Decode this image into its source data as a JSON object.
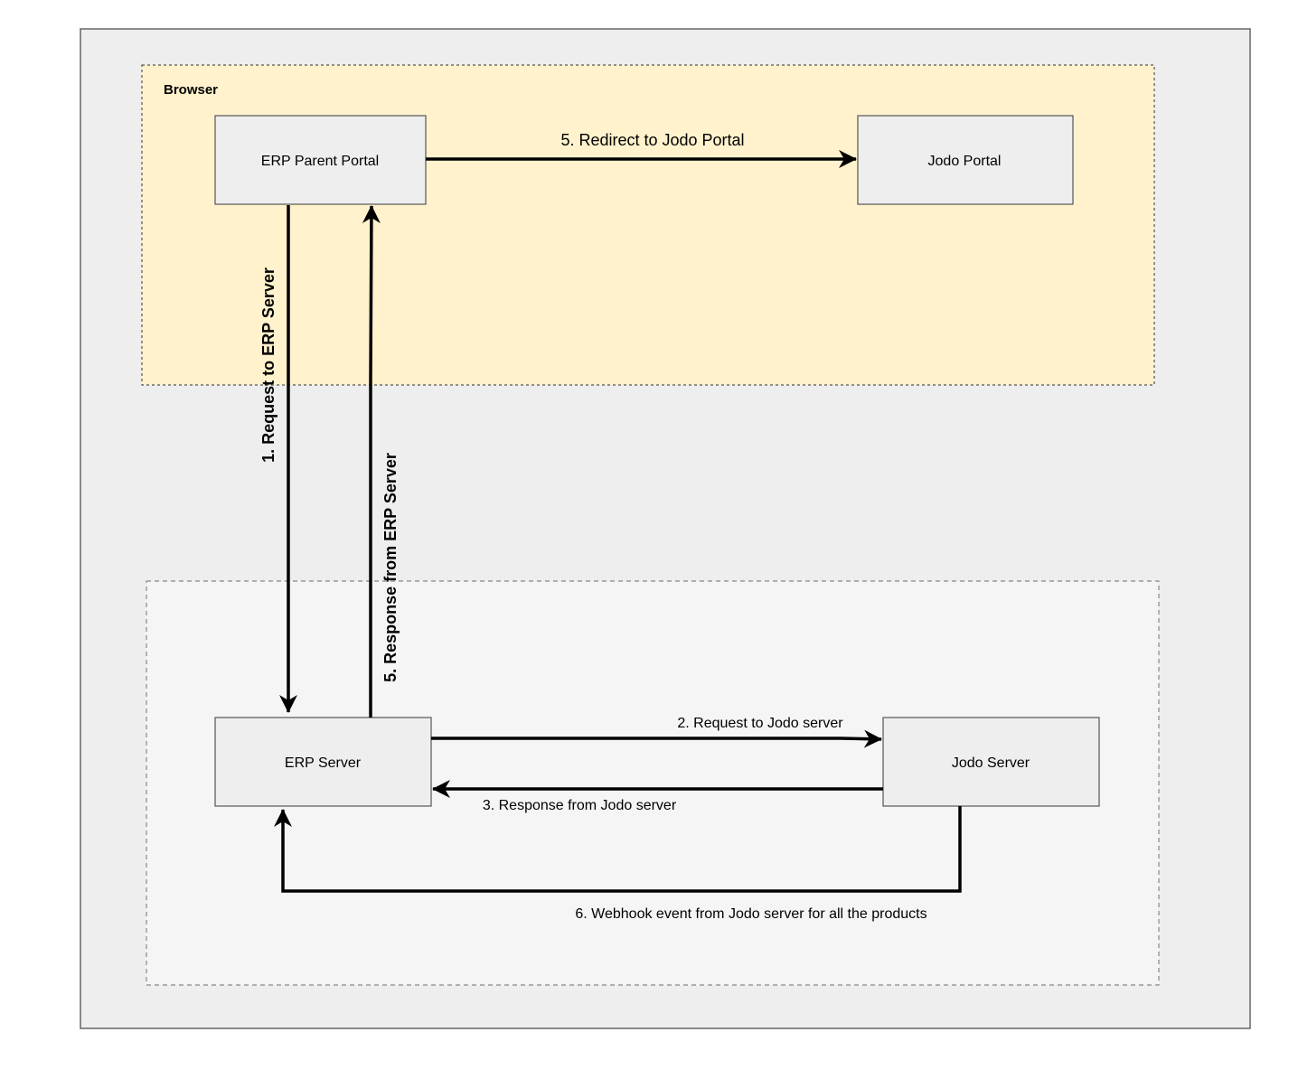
{
  "groups": {
    "browser": {
      "label": "Browser"
    },
    "server_zone": {
      "label": ""
    }
  },
  "nodes": {
    "erp_parent_portal": {
      "label": "ERP Parent Portal"
    },
    "jodo_portal": {
      "label": "Jodo Portal"
    },
    "erp_server": {
      "label": "ERP Server"
    },
    "jodo_server": {
      "label": "Jodo Server"
    }
  },
  "edges": {
    "redirect_to_jodo_portal": {
      "label": "5. Redirect to Jodo Portal"
    },
    "request_to_erp_server": {
      "label": "1. Request to ERP Server"
    },
    "response_from_erp_server": {
      "label": "5. Response from ERP Server"
    },
    "request_to_jodo_server": {
      "label": "2. Request to Jodo server"
    },
    "response_from_jodo_server": {
      "label": "3. Response from Jodo server"
    },
    "webhook_event": {
      "label": "6. Webhook event from Jodo server for all the products"
    }
  },
  "colors": {
    "canvas_fill": "#eeeeee",
    "canvas_stroke": "#666666",
    "browser_fill": "#fff2cc",
    "server_zone_fill": "#f5f5f5",
    "node_fill": "#eeeeee",
    "node_stroke": "#555555",
    "edge": "#000000"
  }
}
